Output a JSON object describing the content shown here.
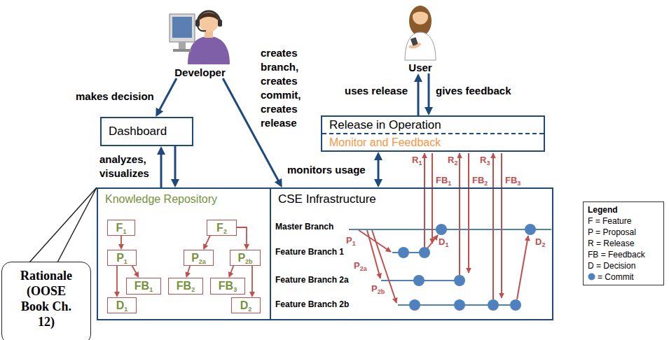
{
  "diagram": {
    "nodes": [
      {
        "text": [
          "Developer"
        ]
      },
      {
        "text": [
          "User"
        ]
      },
      {
        "text": [
          "Dashboard"
        ]
      },
      {
        "text": [
          "Release in Operation",
          "Monitor and Feedback"
        ]
      },
      {
        "text": [
          "Knowledge Repository"
        ]
      },
      {
        "text": [
          "F1"
        ],
        "in": 4
      },
      {
        "text": [
          "P1"
        ],
        "in": 4
      },
      {
        "text": [
          "FB1"
        ],
        "in": 4
      },
      {
        "text": [
          "D1"
        ],
        "in": 4
      },
      {
        "text": [
          "F2"
        ],
        "in": 4
      },
      {
        "text": [
          "P2a"
        ],
        "in": 4
      },
      {
        "text": [
          "P2b"
        ],
        "in": 4
      },
      {
        "text": [
          "FB2"
        ],
        "in": 4
      },
      {
        "text": [
          "FB3"
        ],
        "in": 4
      },
      {
        "text": [
          "D2"
        ],
        "in": 4
      },
      {
        "text": [
          "CSE Infrastructure"
        ]
      },
      {
        "text": [
          "Rationale (OOSE Book Ch. 12)"
        ]
      }
    ],
    "edges": [
      {
        "from": 0,
        "to": 2,
        "label": "makes decision",
        "arrow": "to"
      },
      {
        "from": 0,
        "to": 15,
        "label": "creates branch, creates commit, creates release",
        "arrow": "to"
      },
      {
        "from": 4,
        "to": 2,
        "label": "analyzes, visualizes",
        "arrow": "to"
      },
      {
        "from": 2,
        "to": 4,
        "arrow": "to"
      },
      {
        "from": 3,
        "to": 15,
        "label": "monitors usage",
        "arrow": "both"
      },
      {
        "from": 3,
        "to": 1,
        "label": "uses release",
        "arrow": "to"
      },
      {
        "from": 1,
        "to": 3,
        "label": "gives feedback",
        "arrow": "to"
      },
      {
        "from": 5,
        "to": 6,
        "arrow": "to"
      },
      {
        "from": 6,
        "to": 7,
        "arrow": "to"
      },
      {
        "from": 6,
        "to": 8,
        "arrow": "to"
      },
      {
        "from": 9,
        "to": 10,
        "arrow": "to"
      },
      {
        "from": 9,
        "to": 11,
        "arrow": "to"
      },
      {
        "from": 10,
        "to": 12,
        "arrow": "to"
      },
      {
        "from": 11,
        "to": 13,
        "arrow": "to"
      },
      {
        "from": 11,
        "to": 14,
        "arrow": "to"
      },
      {
        "from": 16,
        "to": 4,
        "arrow": "none"
      }
    ],
    "labels": [
      "Master Branch",
      "Feature Branch 1",
      "Feature Branch 2a",
      "Feature Branch 2b",
      "P1",
      "P2a",
      "P2b",
      "D1",
      "D2",
      "R1",
      "R2",
      "R3",
      "FB1",
      "FB2",
      "FB3",
      "Legend"
    ],
    "legend": [
      {
        "text": "F = Feature"
      },
      {
        "text": "P = Proposal"
      },
      {
        "text": "R = Release"
      },
      {
        "text": "FB = Feedback"
      },
      {
        "text": "D = Decision"
      },
      {
        "text": "= Commit"
      }
    ]
  }
}
